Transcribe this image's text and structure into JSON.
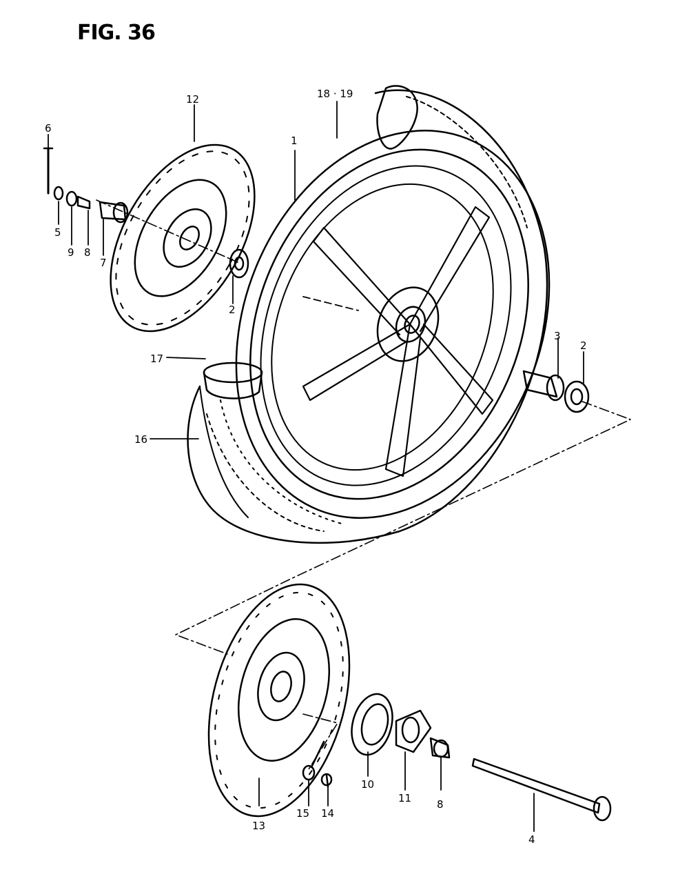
{
  "figure": {
    "title": "FIG. 36"
  },
  "callouts": {
    "c1": "1",
    "c2a": "2",
    "c2b": "2",
    "c3": "3",
    "c4": "4",
    "c5": "5",
    "c6": "6",
    "c7": "7",
    "c8a": "8",
    "c8b": "8",
    "c9": "9",
    "c10": "10",
    "c11": "11",
    "c12": "12",
    "c13": "13",
    "c14": "14",
    "c15": "15",
    "c16": "16",
    "c17": "17",
    "c18_19": "18 · 19"
  },
  "colors": {
    "ink": "#000000",
    "paper": "#ffffff"
  }
}
